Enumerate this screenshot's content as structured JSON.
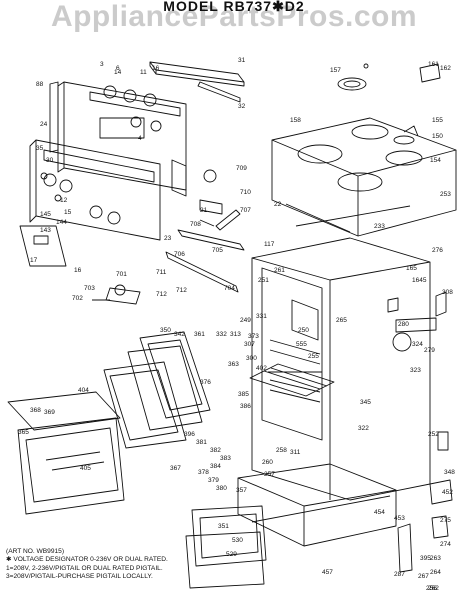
{
  "watermark": "AppliancePartsPros.com",
  "model_title": "MODEL  RB737✱D2",
  "notes": {
    "art_no": "(ART NO. WB9915)",
    "line1": "✱ VOLTAGE DESIGNATOR 0-236V OR DUAL RATED.",
    "line2": "1=208V, 2-236V/PIGTAIL OR DUAL RATED PIGTAIL.",
    "line3": "3=208V/PIGTAIL-PURCHASE PIGTAIL LOCALLY."
  },
  "labels": [
    "31",
    "3",
    "6",
    "11",
    "16",
    "88",
    "32",
    "24",
    "35",
    "30",
    "21",
    "14",
    "12",
    "15",
    "145",
    "144",
    "143",
    "23",
    "4",
    "17",
    "16",
    "701",
    "703",
    "702",
    "711",
    "712",
    "712",
    "709",
    "710",
    "707",
    "708",
    "706",
    "705",
    "704",
    "22",
    "117",
    "251",
    "157",
    "161",
    "162",
    "158",
    "155",
    "150",
    "154",
    "253",
    "276",
    "165",
    "233",
    "1645",
    "308",
    "280",
    "324",
    "323",
    "279",
    "261",
    "250",
    "255",
    "322",
    "265",
    "350",
    "342",
    "361",
    "332",
    "313",
    "373",
    "555",
    "363",
    "376",
    "385",
    "386",
    "365",
    "307",
    "402",
    "345",
    "357",
    "529",
    "530",
    "457",
    "454",
    "453",
    "263",
    "256",
    "264",
    "274",
    "275",
    "452",
    "348",
    "311",
    "300",
    "331",
    "351",
    "384",
    "378",
    "379",
    "380",
    "367",
    "287",
    "395",
    "396",
    "381",
    "382",
    "383",
    "260",
    "267",
    "262",
    "249",
    "404",
    "405",
    "368",
    "369",
    "252",
    "258",
    "257"
  ]
}
